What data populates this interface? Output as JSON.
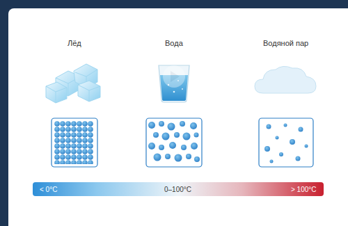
{
  "diagram": {
    "nodes": [
      {
        "text": [
          "< 0°C",
          "0–100°C",
          "> 100°C"
        ]
      }
    ],
    "labels": [
      "Лёд",
      "Вода",
      "Водяной пар"
    ]
  }
}
